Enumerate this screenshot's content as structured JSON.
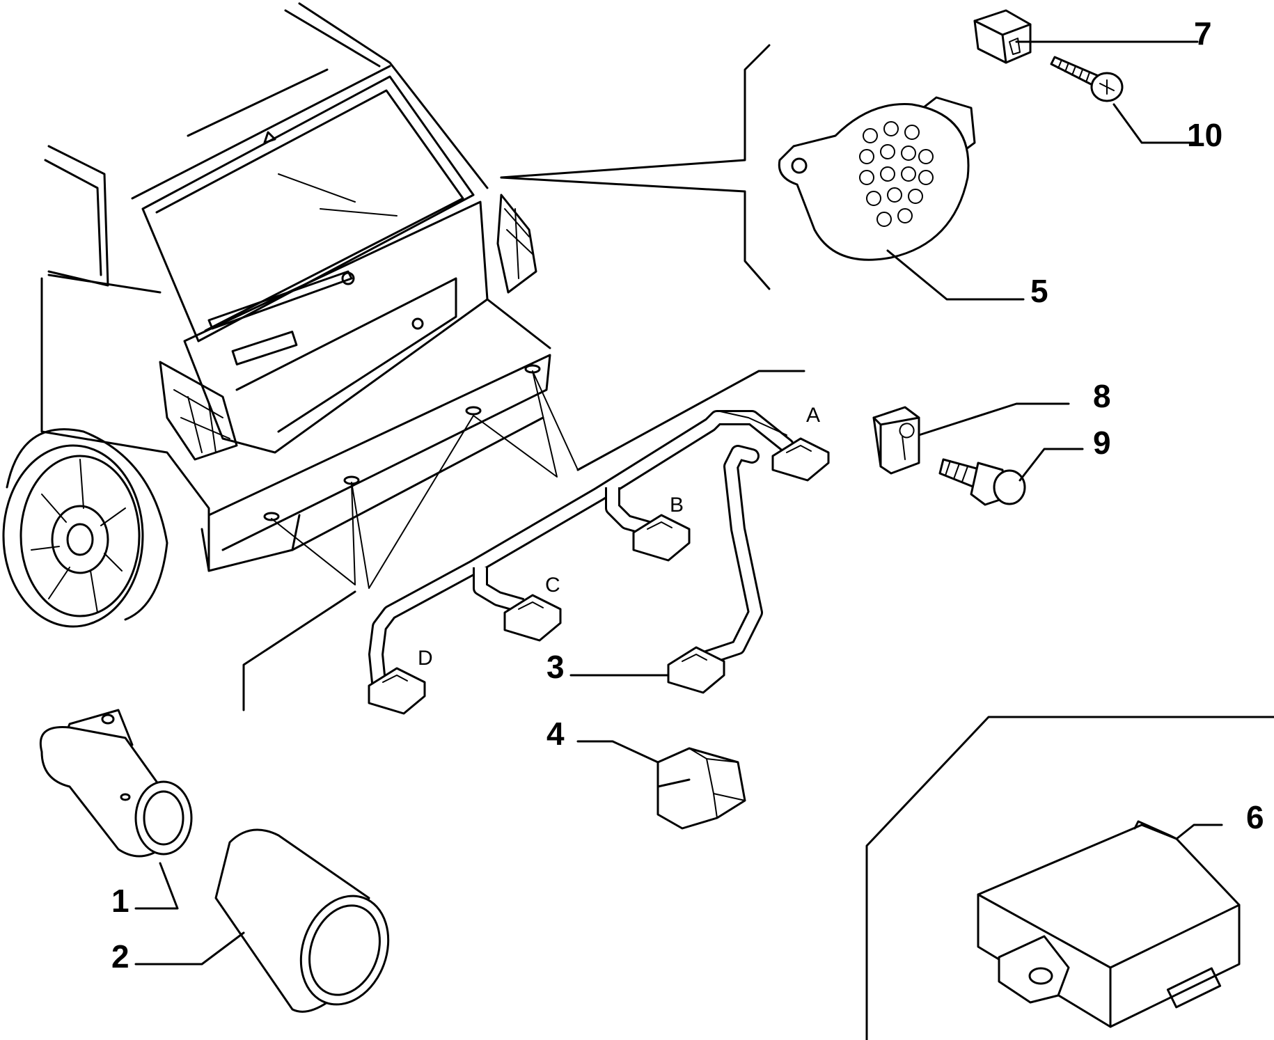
{
  "callouts": [
    {
      "id": "1",
      "text": "1"
    },
    {
      "id": "2",
      "text": "2"
    },
    {
      "id": "3",
      "text": "3"
    },
    {
      "id": "4",
      "text": "4"
    },
    {
      "id": "5",
      "text": "5"
    },
    {
      "id": "6",
      "text": "6"
    },
    {
      "id": "7",
      "text": "7"
    },
    {
      "id": "8",
      "text": "8"
    },
    {
      "id": "9",
      "text": "9"
    },
    {
      "id": "10",
      "text": "10"
    }
  ],
  "connectors": [
    {
      "id": "A",
      "text": "A"
    },
    {
      "id": "B",
      "text": "B"
    },
    {
      "id": "C",
      "text": "C"
    },
    {
      "id": "D",
      "text": "D"
    }
  ],
  "icons": [
    "car-rear-view",
    "sensor",
    "sensor-cover",
    "wiring-harness",
    "clip",
    "buzzer",
    "control-unit",
    "nut-clip",
    "screw",
    "bolt",
    "retaining-clip"
  ]
}
